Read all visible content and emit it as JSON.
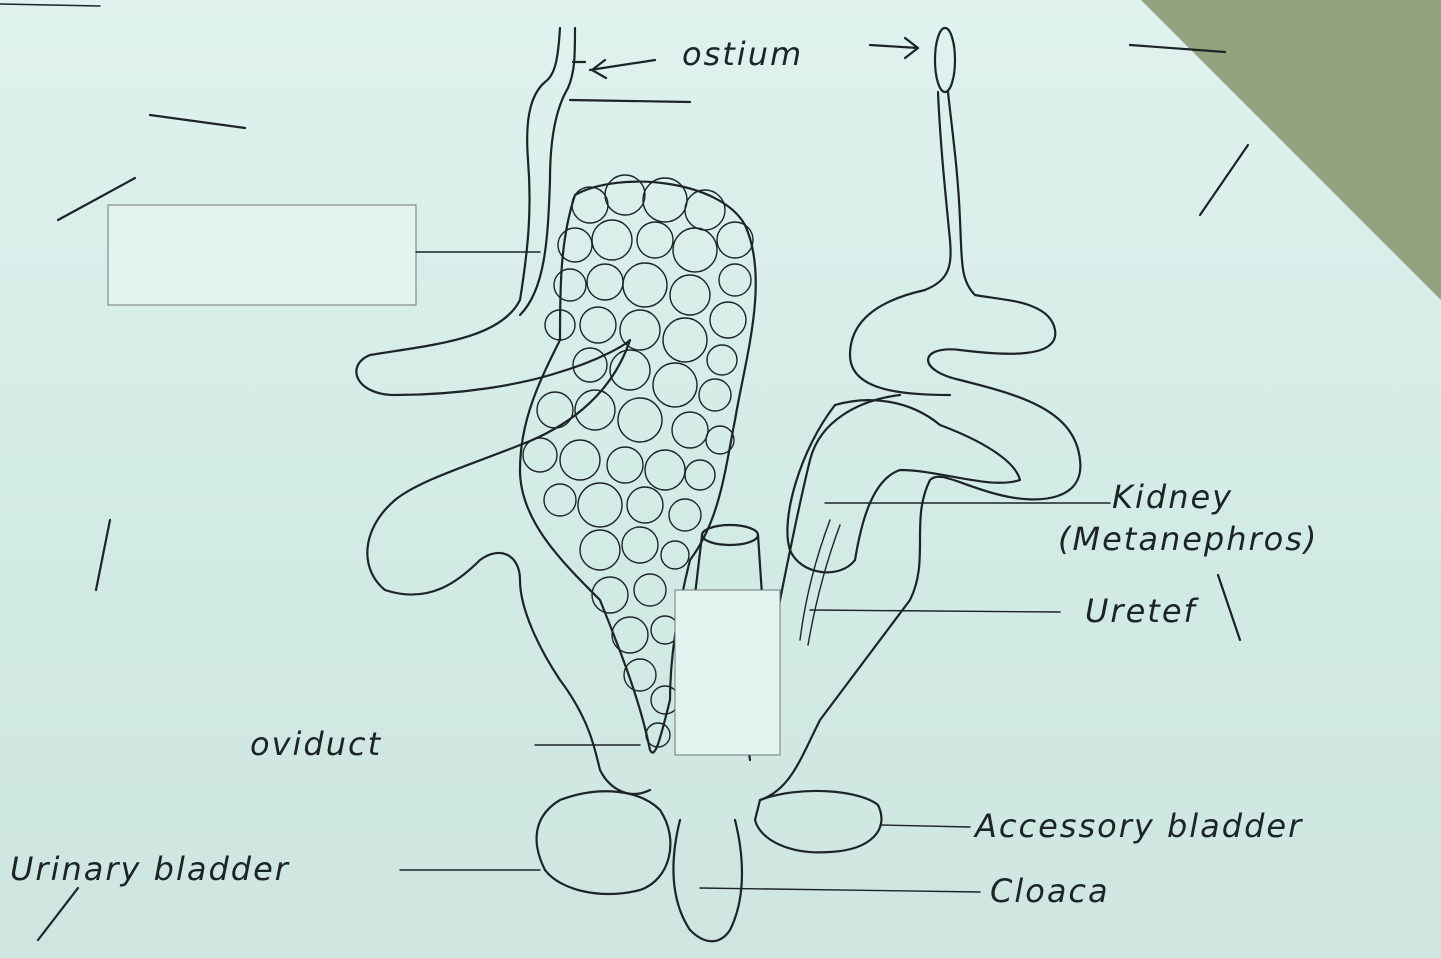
{
  "labels": {
    "ostium": "ostium",
    "kidney": "Kidney",
    "metanephros": "(Metanephros)",
    "ureter": "Uretef",
    "oviduct": "oviduct",
    "urinary_bladder": "Urinary bladder",
    "accessory_bladder": "Accessory bladder",
    "cloaca": "Cloaca"
  },
  "colors": {
    "paper": "#d6ece6",
    "ink": "#1c2426",
    "desk_corner": "#8c9a72"
  }
}
